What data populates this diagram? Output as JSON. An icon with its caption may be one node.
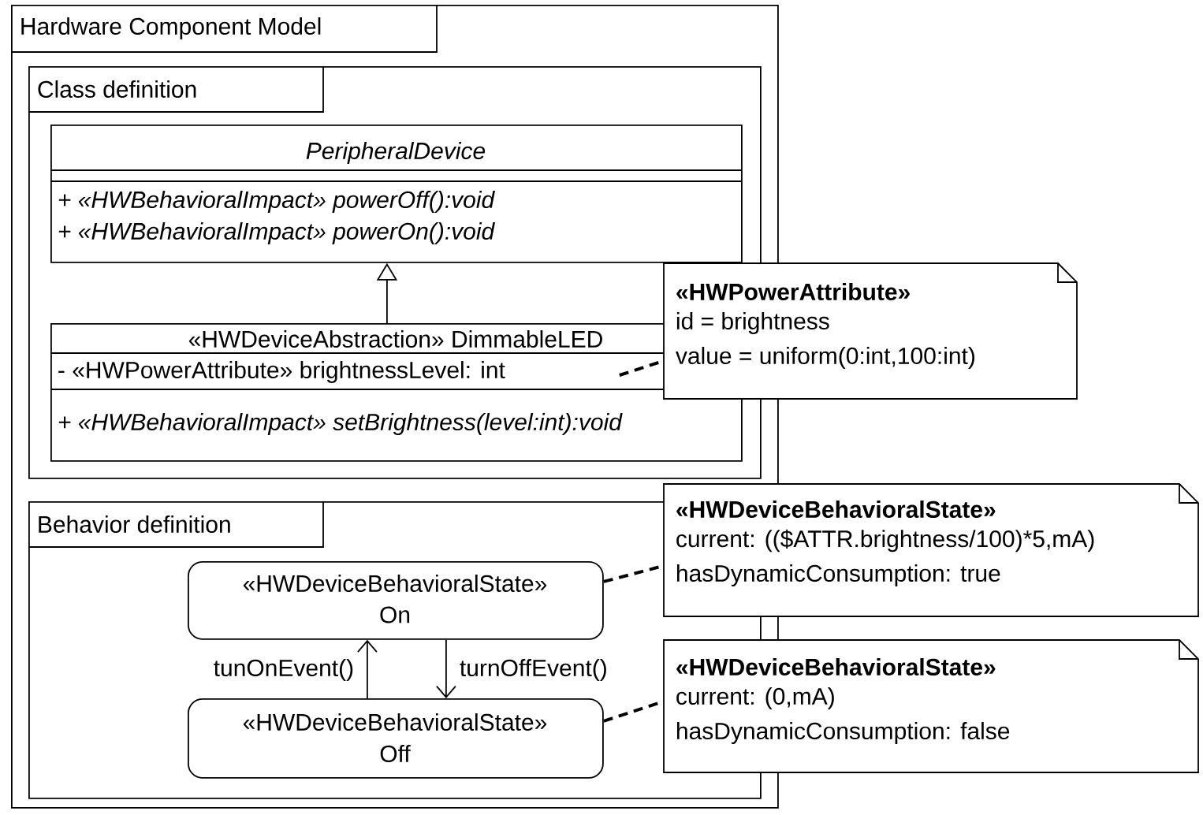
{
  "diagram": {
    "nodes": [
      {
        "text": [
          "Hardware Component Model"
        ]
      },
      {
        "text": [
          "Class definition"
        ],
        "in": 0
      },
      {
        "text": [
          "PeripheralDevice",
          "+ «HWBehavioralImpact» powerOff():void",
          "+ «HWBehavioralImpact» powerOn():void"
        ],
        "in": 1
      },
      {
        "text": [
          "«HWDeviceAbstraction» DimmableLED",
          "- «HWPowerAttribute» brightnessLevel: int",
          "+ «HWBehavioralImpact» setBrightness(level:int):void"
        ],
        "in": 1
      },
      {
        "text": [
          "«HWPowerAttribute»",
          "id = brightness",
          "value = uniform(0:int,100:int)"
        ]
      },
      {
        "text": [
          "Behavior definition"
        ],
        "in": 0
      },
      {
        "text": [
          "«HWDeviceBehavioralState»",
          "On"
        ],
        "in": 5
      },
      {
        "text": [
          "«HWDeviceBehavioralState»",
          "Off"
        ],
        "in": 5
      },
      {
        "text": [
          "«HWDeviceBehavioralState»",
          "current: (($ATTR.brightness/100)*5,mA)",
          "hasDynamicConsumption: true"
        ]
      },
      {
        "text": [
          "«HWDeviceBehavioralState»",
          "current: (0,mA)",
          "hasDynamicConsumption: false"
        ]
      }
    ],
    "edges": [
      {
        "from": 3,
        "to": 2,
        "arrow": "to"
      },
      {
        "from": 3,
        "to": 4,
        "arrow": "none",
        "style": "dashed"
      },
      {
        "from": 7,
        "to": 6,
        "arrow": "to",
        "label": "tunOnEvent()"
      },
      {
        "from": 6,
        "to": 7,
        "arrow": "to",
        "label": "turnOffEvent()"
      },
      {
        "from": 6,
        "to": 8,
        "arrow": "none",
        "style": "dashed"
      },
      {
        "from": 7,
        "to": 9,
        "arrow": "none",
        "style": "dashed"
      }
    ]
  }
}
